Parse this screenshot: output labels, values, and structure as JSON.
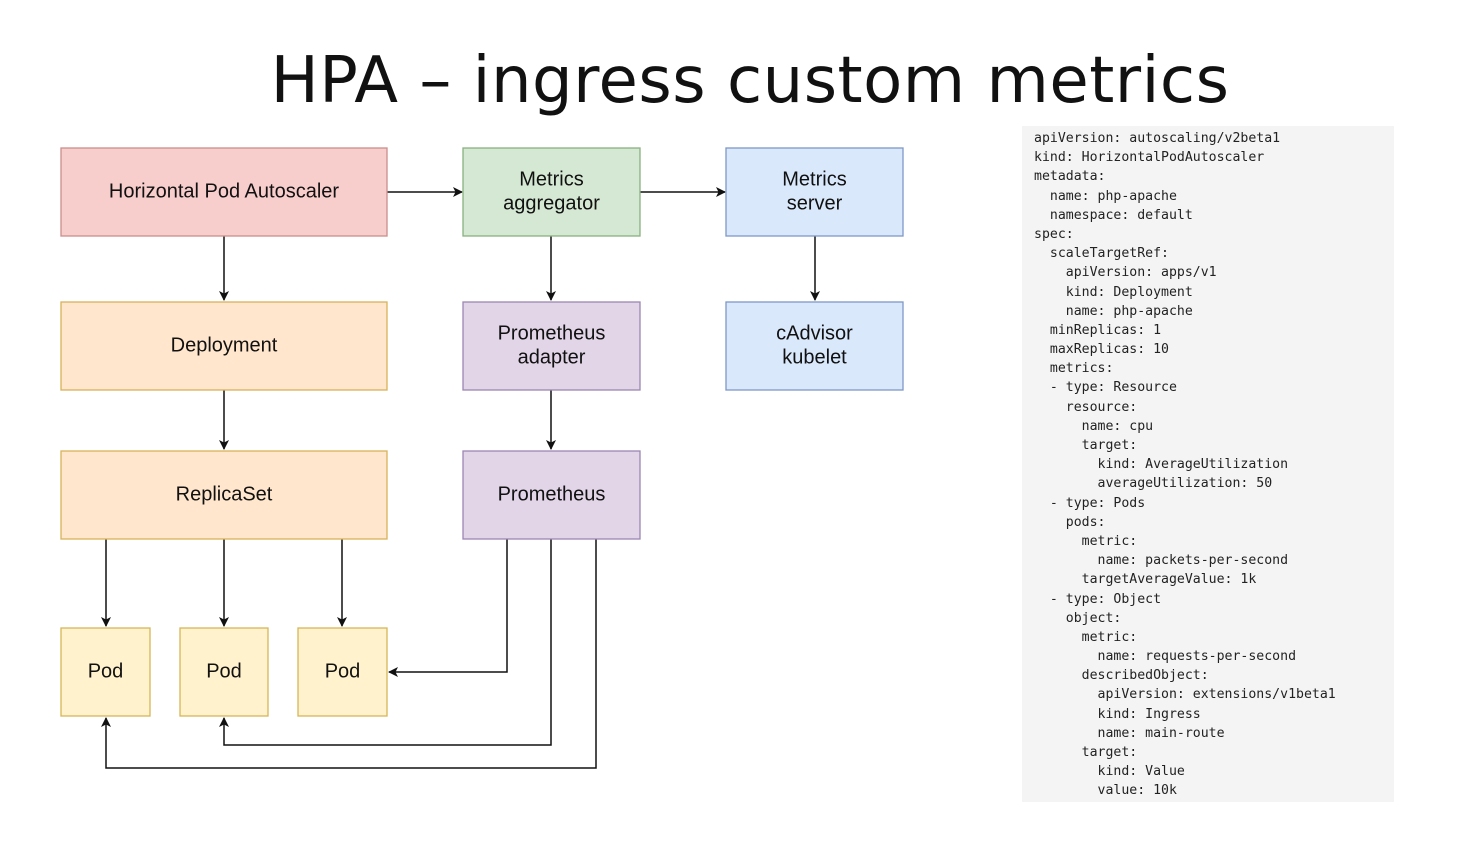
{
  "title": "HPA – ingress custom metrics",
  "colors": {
    "hpa_fill": "#f8cecc",
    "hpa_stroke": "#c98e8c",
    "aggregator_fill": "#d5e8d4",
    "aggregator_stroke": "#88b07f",
    "server_fill": "#dae8fc",
    "server_stroke": "#7e97c8",
    "workload_fill": "#ffe6cc",
    "workload_stroke": "#d7b25a",
    "prometheus_fill": "#e1d5e7",
    "prometheus_stroke": "#9c86b3",
    "pod_fill": "#fff2cc",
    "pod_stroke": "#d6b656",
    "edge": "#111111",
    "code_bg": "#f4f4f4"
  },
  "diagram": {
    "nodes": [
      {
        "id": "hpa",
        "name": "node-horizontal-pod-autoscaler",
        "label_lines": [
          "Horizontal Pod Autoscaler"
        ],
        "style": "hpa"
      },
      {
        "id": "aggregator",
        "name": "node-metrics-aggregator",
        "label_lines": [
          "Metrics",
          "aggregator"
        ],
        "style": "aggregator"
      },
      {
        "id": "metrics_server",
        "name": "node-metrics-server",
        "label_lines": [
          "Metrics",
          "server"
        ],
        "style": "server"
      },
      {
        "id": "deployment",
        "name": "node-deployment",
        "label_lines": [
          "Deployment"
        ],
        "style": "workload"
      },
      {
        "id": "prom_adapter",
        "name": "node-prometheus-adapter",
        "label_lines": [
          "Prometheus",
          "adapter"
        ],
        "style": "prometheus"
      },
      {
        "id": "cadvisor",
        "name": "node-cadvisor-kubelet",
        "label_lines": [
          "cAdvisor",
          "kubelet"
        ],
        "style": "server"
      },
      {
        "id": "replicaset",
        "name": "node-replicaset",
        "label_lines": [
          "ReplicaSet"
        ],
        "style": "workload"
      },
      {
        "id": "prometheus",
        "name": "node-prometheus",
        "label_lines": [
          "Prometheus"
        ],
        "style": "prometheus"
      },
      {
        "id": "pod1",
        "name": "node-pod-1",
        "label_lines": [
          "Pod"
        ],
        "style": "pod"
      },
      {
        "id": "pod2",
        "name": "node-pod-2",
        "label_lines": [
          "Pod"
        ],
        "style": "pod"
      },
      {
        "id": "pod3",
        "name": "node-pod-3",
        "label_lines": [
          "Pod"
        ],
        "style": "pod"
      }
    ],
    "edges": [
      {
        "from": "hpa",
        "to": "aggregator"
      },
      {
        "from": "aggregator",
        "to": "metrics_server"
      },
      {
        "from": "hpa",
        "to": "deployment"
      },
      {
        "from": "aggregator",
        "to": "prom_adapter"
      },
      {
        "from": "metrics_server",
        "to": "cadvisor"
      },
      {
        "from": "deployment",
        "to": "replicaset"
      },
      {
        "from": "prom_adapter",
        "to": "prometheus"
      },
      {
        "from": "replicaset",
        "to": "pod1"
      },
      {
        "from": "replicaset",
        "to": "pod2"
      },
      {
        "from": "replicaset",
        "to": "pod3"
      },
      {
        "from": "prometheus",
        "to": "pod3"
      },
      {
        "from": "prometheus",
        "to": "pod2"
      },
      {
        "from": "prometheus",
        "to": "pod1"
      }
    ]
  },
  "yaml_lines": [
    "apiVersion: autoscaling/v2beta1",
    "kind: HorizontalPodAutoscaler",
    "metadata:",
    "  name: php-apache",
    "  namespace: default",
    "spec:",
    "  scaleTargetRef:",
    "    apiVersion: apps/v1",
    "    kind: Deployment",
    "    name: php-apache",
    "  minReplicas: 1",
    "  maxReplicas: 10",
    "  metrics:",
    "  - type: Resource",
    "    resource:",
    "      name: cpu",
    "      target:",
    "        kind: AverageUtilization",
    "        averageUtilization: 50",
    "  - type: Pods",
    "    pods:",
    "      metric:",
    "        name: packets-per-second",
    "      targetAverageValue: 1k",
    "  - type: Object",
    "    object:",
    "      metric:",
    "        name: requests-per-second",
    "      describedObject:",
    "        apiVersion: extensions/v1beta1",
    "        kind: Ingress",
    "        name: main-route",
    "      target:",
    "        kind: Value",
    "        value: 10k"
  ]
}
